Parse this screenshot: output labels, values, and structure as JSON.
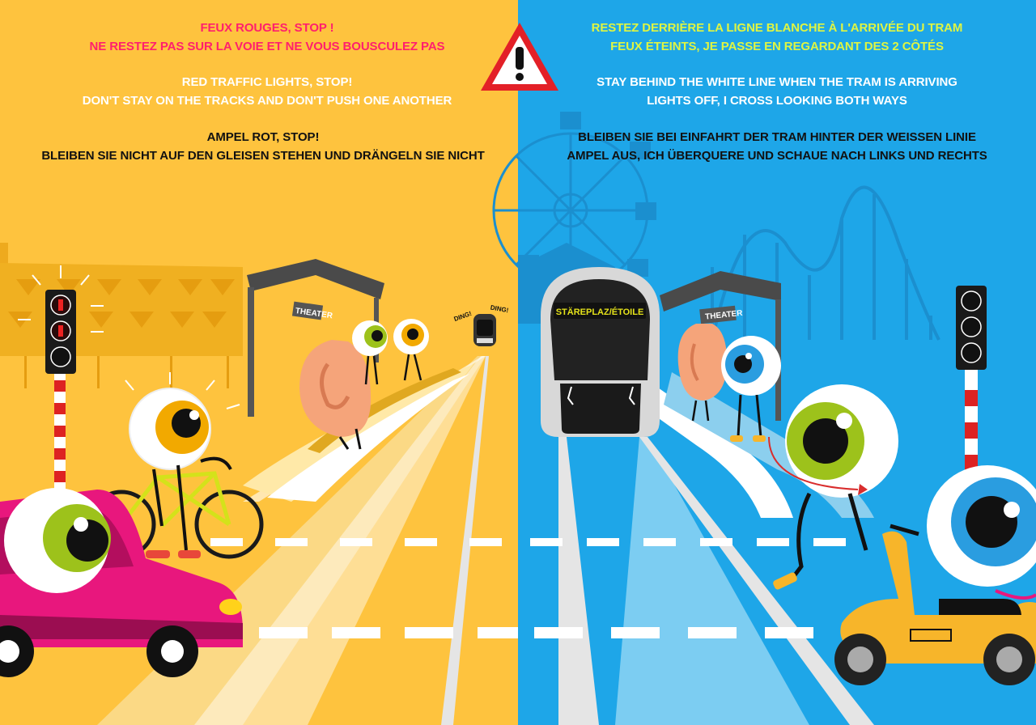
{
  "colors": {
    "left_bg": "#fec33e",
    "right_bg": "#1ea6e8",
    "french_left": "#ff1f6d",
    "french_right": "#dff542",
    "english": "#ffffff",
    "german": "#111111",
    "car": "#e8177d",
    "scooter": "#f7b52a",
    "eye_green": "#9dc21b",
    "eye_blue": "#2a9de0",
    "eye_orange": "#f2a900"
  },
  "left_panel": {
    "french": [
      "FEUX ROUGES, STOP !",
      "NE RESTEZ PAS SUR LA VOIE ET NE VOUS BOUSCULEZ PAS"
    ],
    "english": [
      "RED TRAFFIC LIGHTS, STOP!",
      "DON'T STAY ON THE TRACKS AND DON'T PUSH ONE ANOTHER"
    ],
    "german": [
      "AMPEL ROT, STOP!",
      "BLEIBEN SIE NICHT AUF DEN GLEISEN STEHEN UND DRÄNGELN SIE NICHT"
    ]
  },
  "right_panel": {
    "french": [
      "RESTEZ DERRIÈRE LA LIGNE BLANCHE À L'ARRIVÉE DU TRAM",
      "FEUX ÉTEINTS, JE PASSE EN REGARDANT DES 2 CÔTÉS"
    ],
    "english": [
      "STAY BEHIND THE WHITE LINE WHEN THE TRAM IS ARRIVING",
      "LIGHTS OFF, I CROSS LOOKING BOTH WAYS"
    ],
    "german": [
      "BLEIBEN SIE BEI EINFAHRT DER TRAM HINTER DER WEISSEN LINIE",
      "AMPEL AUS, ICH ÜBERQUERE UND SCHAUE NACH LINKS UND RECHTS"
    ]
  },
  "signs": {
    "shelter_left": "THEATER",
    "shelter_right": "THEATER",
    "tram_destination": "STÄREPLAZ/ÉTOILE",
    "ding_sound": "DING!"
  },
  "icons": {
    "warning": "warning-triangle-icon",
    "traffic_light_left": "red-pedestrian-traffic-light-icon",
    "traffic_light_right": "unlit-traffic-light-icon"
  }
}
